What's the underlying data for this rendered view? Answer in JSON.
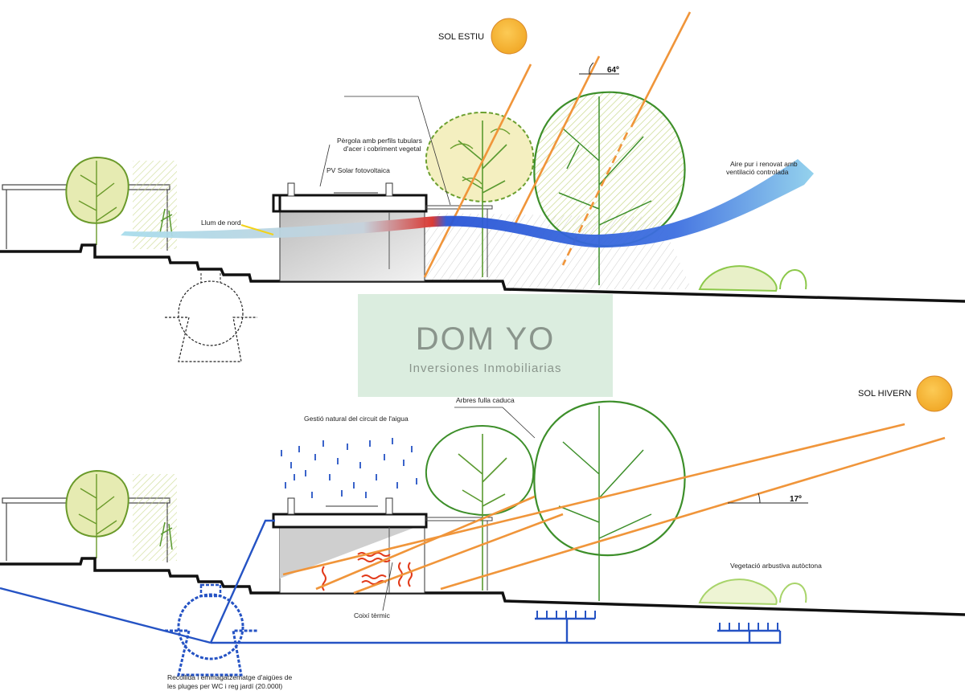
{
  "summer": {
    "sun_label": "SOL ESTIU",
    "angle_label": "64º",
    "pergola_label_1": "Pèrgola amb perfils tubulars",
    "pergola_label_2": "d'acer i cobriment vegetal",
    "pv_label": "PV Solar fotovoltaica",
    "north_light_label": "Llum de nord",
    "air_label_1": "Aire pur i renovat amb",
    "air_label_2": "ventilació controlada"
  },
  "winter": {
    "sun_label": "SOL HIVERN",
    "angle_label": "17º",
    "water_label": "Gestió natural del circuit de l'aigua",
    "trees_label": "Arbres fulla caduca",
    "veg_label": "Vegetació arbustiva autòctona",
    "thermal_label": "Coixí tèrmic",
    "tank_label_1": "Recollida i emmagatzematge d'aigües de",
    "tank_label_2": "les pluges per WC i reg jardí (20.000l)"
  },
  "watermark": {
    "brand": "DOM YO",
    "subtitle": "Inversiones Inmobiliarias"
  },
  "colors": {
    "sun": "#f6b63d",
    "sun_ray": "#f0953a",
    "tree_green": "#3d8f2a",
    "canopy_fill": "#e3ecb4",
    "water_blue": "#2553c4",
    "heat_red": "#e23a1a",
    "airflow_warm": "#d9302a",
    "airflow_cool": "#9fd6ea"
  }
}
